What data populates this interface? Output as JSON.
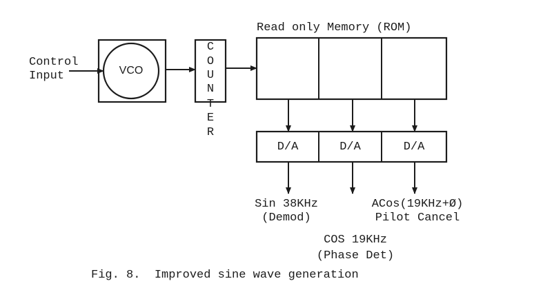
{
  "rom": {
    "label": "Read only Memory (ROM)"
  },
  "vco": {
    "label": "VCO"
  },
  "control_input": {
    "line1": "Control",
    "line2": "Input"
  },
  "counter": {
    "letters": [
      "C",
      "O",
      "U",
      "N",
      "T",
      "E",
      "R"
    ]
  },
  "dacs": [
    {
      "label": "D/A"
    },
    {
      "label": "D/A"
    },
    {
      "label": "D/A"
    }
  ],
  "outputs": {
    "sin_line1": "Sin 38KHz",
    "sin_line2": "(Demod)",
    "cos_line1": "COS 19KHz",
    "cos_line2": "(Phase Det)",
    "acos_line1": "ACos(19KHz+Ø)",
    "acos_line2": "Pilot Cancel"
  },
  "caption": "Fig. 8.  Improved sine wave generation",
  "colors": {
    "ink": "#1c1c1c",
    "paper": "#ffffff"
  }
}
